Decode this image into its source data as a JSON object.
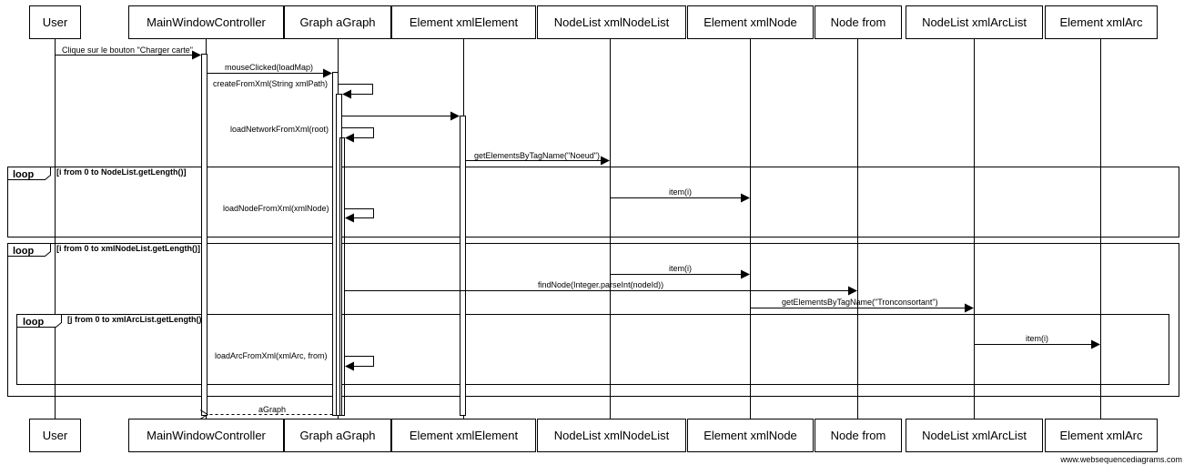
{
  "participants": {
    "user": "User",
    "controller": "MainWindowController",
    "graph": "Graph aGraph",
    "xmlElement": "Element xmlElement",
    "xmlNodeList": "NodeList xmlNodeList",
    "xmlNode": "Element xmlNode",
    "from": "Node from",
    "xmlArcList": "NodeList xmlArcList",
    "xmlArc": "Element xmlArc"
  },
  "messages": {
    "m1": "Clique sur le bouton \"Charger carte\"",
    "m2": "mouseClicked(loadMap)",
    "m3": "createFromXml(String xmlPath)",
    "m5": "loadNetworkFromXml(root)",
    "m6": "getElementsByTagName(\"Noeud\")",
    "m7": "item(i)",
    "m8": "loadNodeFromXml(xmlNode)",
    "m9": "item(i)",
    "m10": "findNode(Integer.parseInt(nodeId))",
    "m11": "getElementsByTagName(\"Tronconsortant\")",
    "m12": "item(i)",
    "m13": "loadArcFromXml(xmlArc, from)",
    "m14": "aGraph"
  },
  "loops": {
    "loop1_keyword": "loop",
    "loop1_guard": "[i from 0 to NodeList.getLength()]",
    "loop2_keyword": "loop",
    "loop2_guard": "[i from 0 to xmlNodeList.getLength()]",
    "loop3_keyword": "loop",
    "loop3_guard": "[j from 0 to xmlArcList.getLength()]"
  },
  "footer": "www.websequencediagrams.com"
}
